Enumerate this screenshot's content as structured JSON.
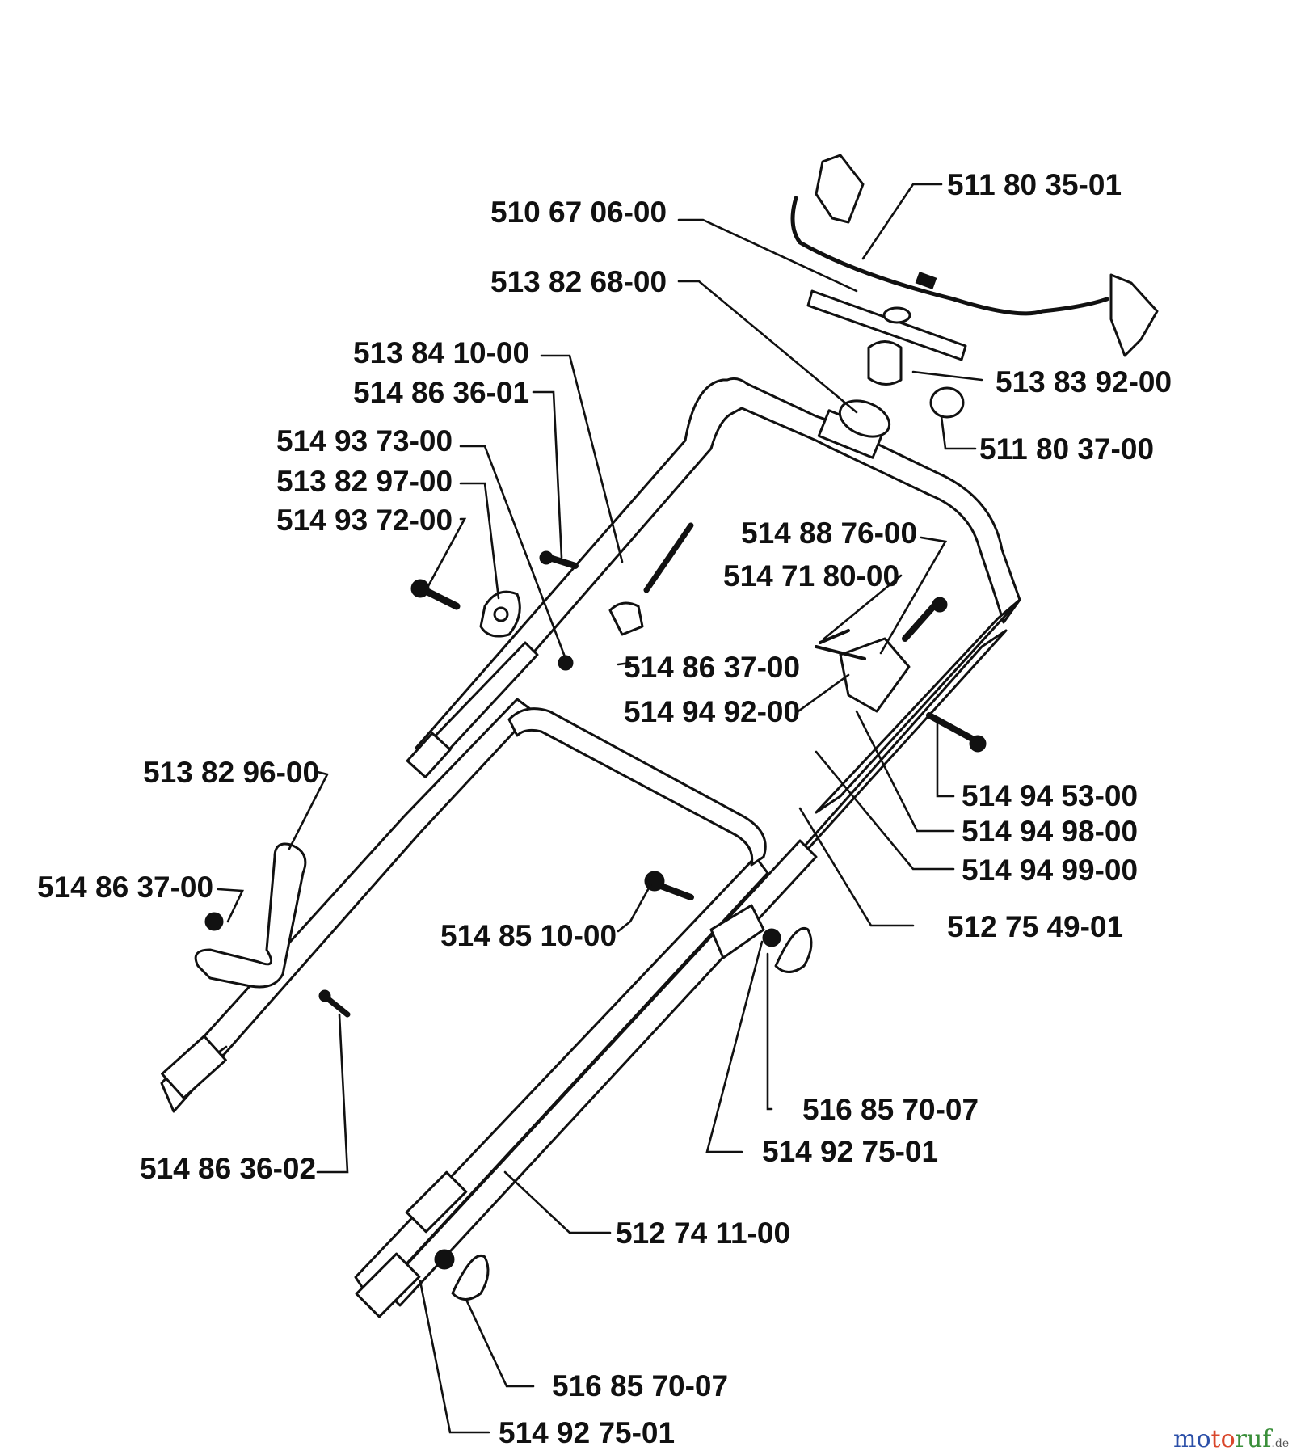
{
  "colors": {
    "ink": "#111111",
    "background": "#ffffff",
    "wm_1": "#2b4fa8",
    "wm_2": "#d9472b",
    "wm_3": "#3a8f3a"
  },
  "labels": {
    "p511803501": "511 80 35-01",
    "p510670600": "510 67 06-00",
    "p513826800": "513 82 68-00",
    "p513839200": "513 83 92-00",
    "p511803700": "511 80 37-00",
    "p513841000": "513 84 10-00",
    "p514863601": "514 86 36-01",
    "p514937300": "514 93 73-00",
    "p513829700": "513 82 97-00",
    "p514937200": "514 93 72-00",
    "p514887600": "514 88 76-00",
    "p514718000": "514 71 80-00",
    "p514863700_a": "514 86 37-00",
    "p514949200": "514 94 92-00",
    "p513829600": "513 82 96-00",
    "p514945300": "514 94 53-00",
    "p514949800": "514 94 98-00",
    "p514863700_b": "514 86 37-00",
    "p514949900": "514 94 99-00",
    "p514851000": "514 85 10-00",
    "p512754901": "512 75 49-01",
    "p516857007_a": "516 85 70-07",
    "p514927501_a": "514 92 75-01",
    "p514863602": "514 86 36-02",
    "p512741100": "512 74 11-00",
    "p516857007_b": "516 85 70-07",
    "p514927501_b": "514 92 75-01"
  },
  "watermark": {
    "m1": "mo",
    "m2": "to",
    "m3": "ruf",
    "suffix": ".de"
  }
}
